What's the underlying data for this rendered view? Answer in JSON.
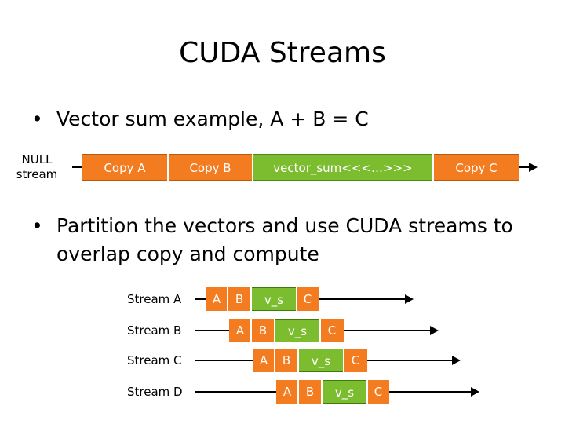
{
  "title": "CUDA Streams",
  "bullets": [
    {
      "symbol": "•",
      "text": "Vector sum example, A + B = C"
    },
    {
      "symbol": "•",
      "lines": [
        "Partition the vectors and use CUDA streams to",
        "overlap copy and compute"
      ]
    }
  ],
  "null_stream": {
    "label_lines": [
      "NULL",
      "stream"
    ],
    "ops": [
      {
        "label": "Copy A",
        "kind": "copy"
      },
      {
        "label": "Copy B",
        "kind": "copy"
      },
      {
        "label": "vector_sum<<<…>>>",
        "kind": "compute"
      },
      {
        "label": "Copy C",
        "kind": "copy"
      }
    ]
  },
  "streams": [
    {
      "label": "Stream A",
      "ops": [
        "A",
        "B",
        "v_s",
        "C"
      ]
    },
    {
      "label": "Stream B",
      "ops": [
        "A",
        "B",
        "v_s",
        "C"
      ]
    },
    {
      "label": "Stream C",
      "ops": [
        "A",
        "B",
        "v_s",
        "C"
      ]
    },
    {
      "label": "Stream D",
      "ops": [
        "A",
        "B",
        "v_s",
        "C"
      ]
    }
  ],
  "colors": {
    "copy": "#f47c20",
    "compute": "#7bbd2e",
    "separator": "#ffffff",
    "text_on_box": "#ffffff"
  }
}
